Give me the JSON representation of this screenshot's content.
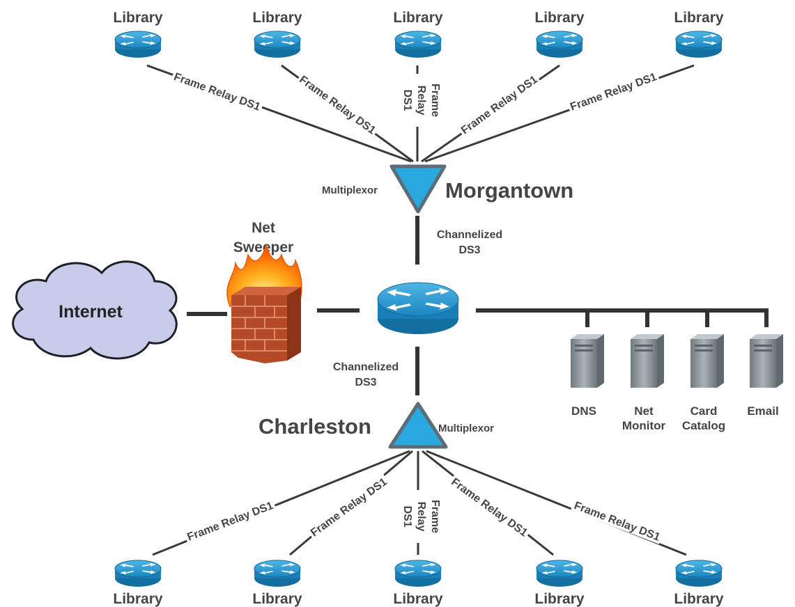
{
  "library_label": "Library",
  "frame_relay_label": "Frame Relay DS1",
  "frame_relay_vertical_lines": [
    "Frame",
    "Relay",
    "DS1"
  ],
  "multiplexor_label": "Multiplexor",
  "cities": {
    "north": "Morgantown",
    "south": "Charleston"
  },
  "trunk_label_lines": [
    "Channelized",
    "DS3"
  ],
  "firewall_label_lines": [
    "Net",
    "Sweeper"
  ],
  "internet_label": "Internet",
  "servers": [
    {
      "lines": [
        "DNS"
      ]
    },
    {
      "lines": [
        "Net",
        "Monitor"
      ]
    },
    {
      "lines": [
        "Card",
        "Catalog"
      ]
    },
    {
      "lines": [
        "Email"
      ]
    }
  ],
  "colors": {
    "router_blue": "#1f8fc8",
    "multiplexor_blue": "#29a9e0",
    "cloud_fill": "#c9cbea",
    "brick": "#b54a27",
    "server_gray": "#8d979c"
  }
}
